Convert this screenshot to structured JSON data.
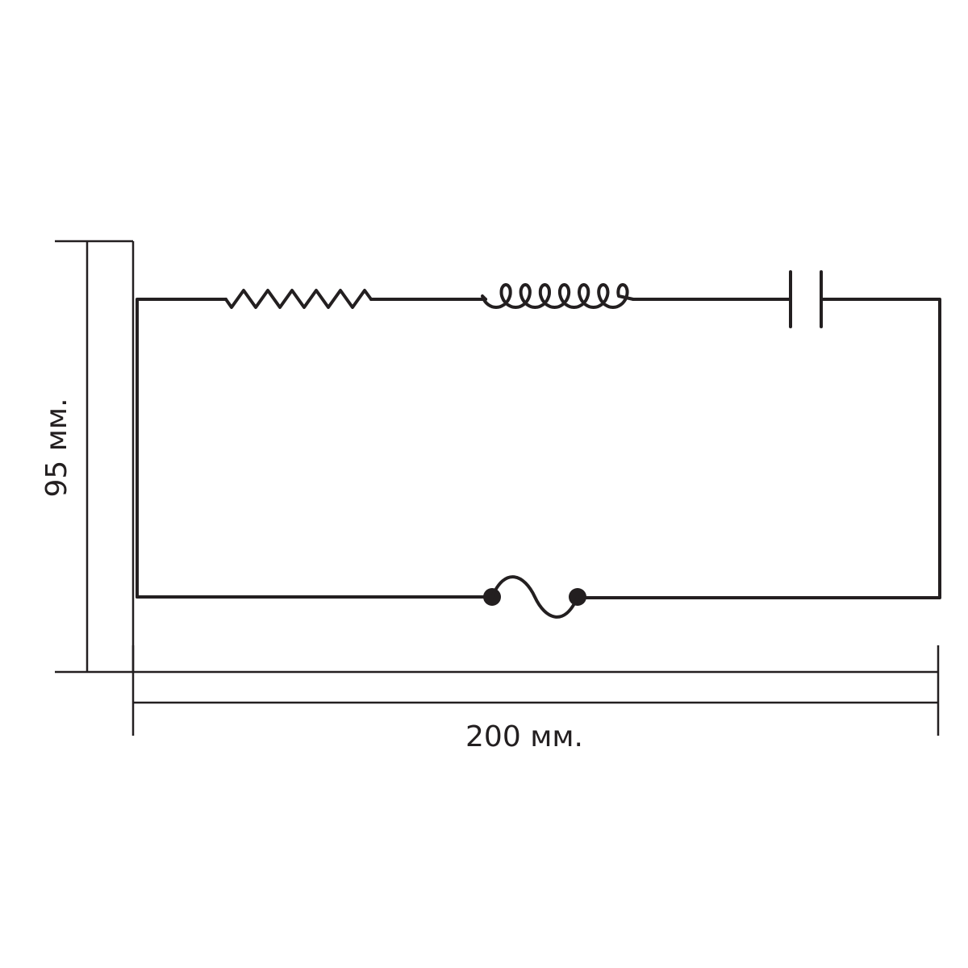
{
  "dimensions": {
    "height_label": "95 мм.",
    "width_label": "200 мм."
  },
  "components": [
    {
      "type": "resistor",
      "icon": "resistor-symbol"
    },
    {
      "type": "inductor",
      "icon": "inductor-coil-symbol"
    },
    {
      "type": "capacitor",
      "icon": "capacitor-symbol"
    },
    {
      "type": "fuse",
      "icon": "fuse-symbol"
    }
  ],
  "colors": {
    "line": "#231f20",
    "background": "#ffffff"
  }
}
